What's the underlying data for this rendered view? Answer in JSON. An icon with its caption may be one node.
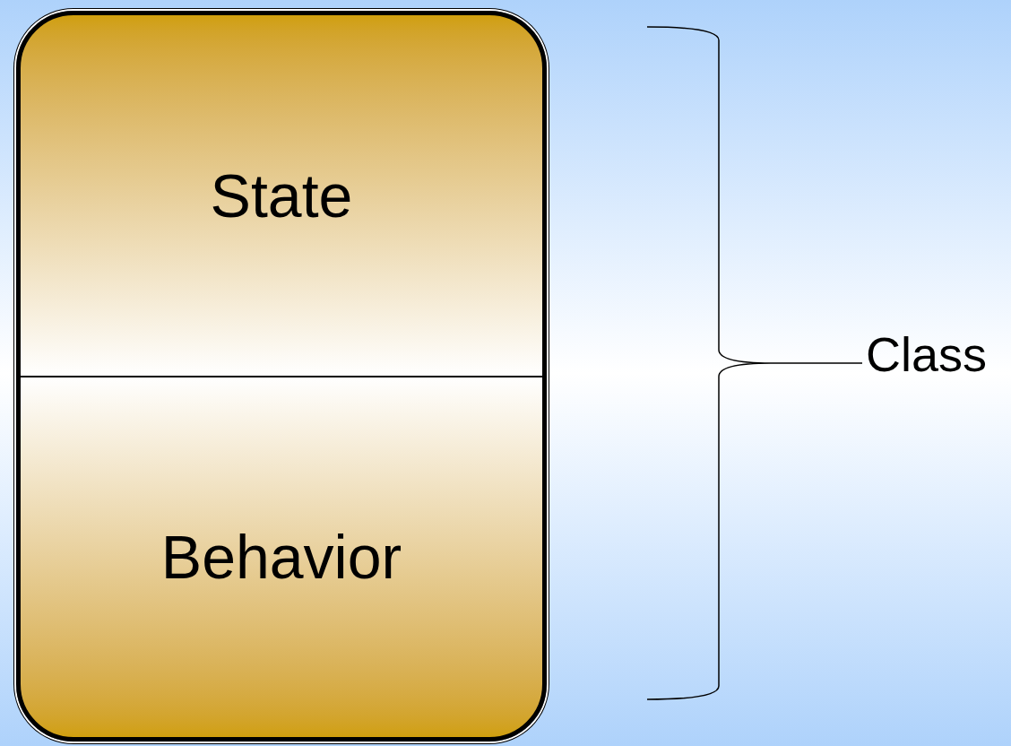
{
  "diagram": {
    "nodes": [
      {
        "text": [],
        "shape": "box"
      },
      {
        "text": [
          "State"
        ],
        "in": 0
      },
      {
        "text": [
          "Behavior"
        ],
        "in": 0
      }
    ],
    "edges": [],
    "labels": [
      "Class"
    ]
  }
}
